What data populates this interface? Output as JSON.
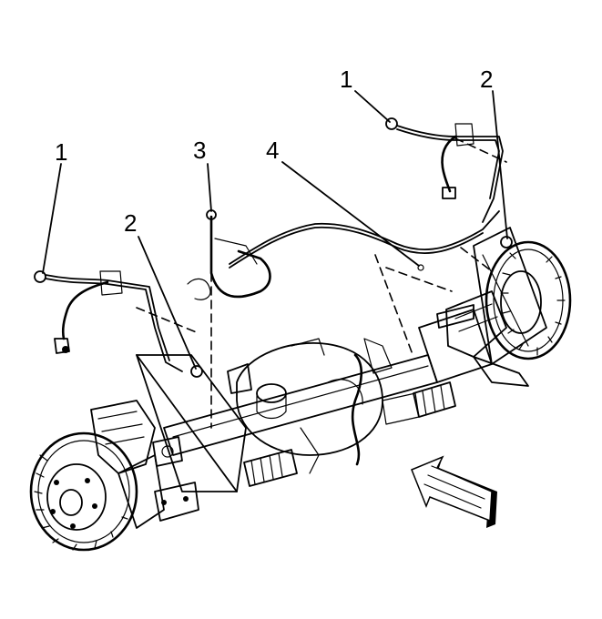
{
  "callouts": [
    {
      "id": "1",
      "label": "1"
    },
    {
      "id": "2",
      "label": "2"
    },
    {
      "id": "3",
      "label": "3"
    },
    {
      "id": "4",
      "label": "4"
    },
    {
      "id": "1b",
      "label": "1"
    },
    {
      "id": "2b",
      "label": "2"
    }
  ],
  "icons": {
    "direction_arrow": "front-direction-arrow-icon",
    "axle": "front-axle-assembly",
    "brake_left": "brake-rotor-left",
    "brake_right": "brake-rotor-right"
  },
  "colors": {
    "ink": "#000000",
    "paper": "#ffffff"
  }
}
